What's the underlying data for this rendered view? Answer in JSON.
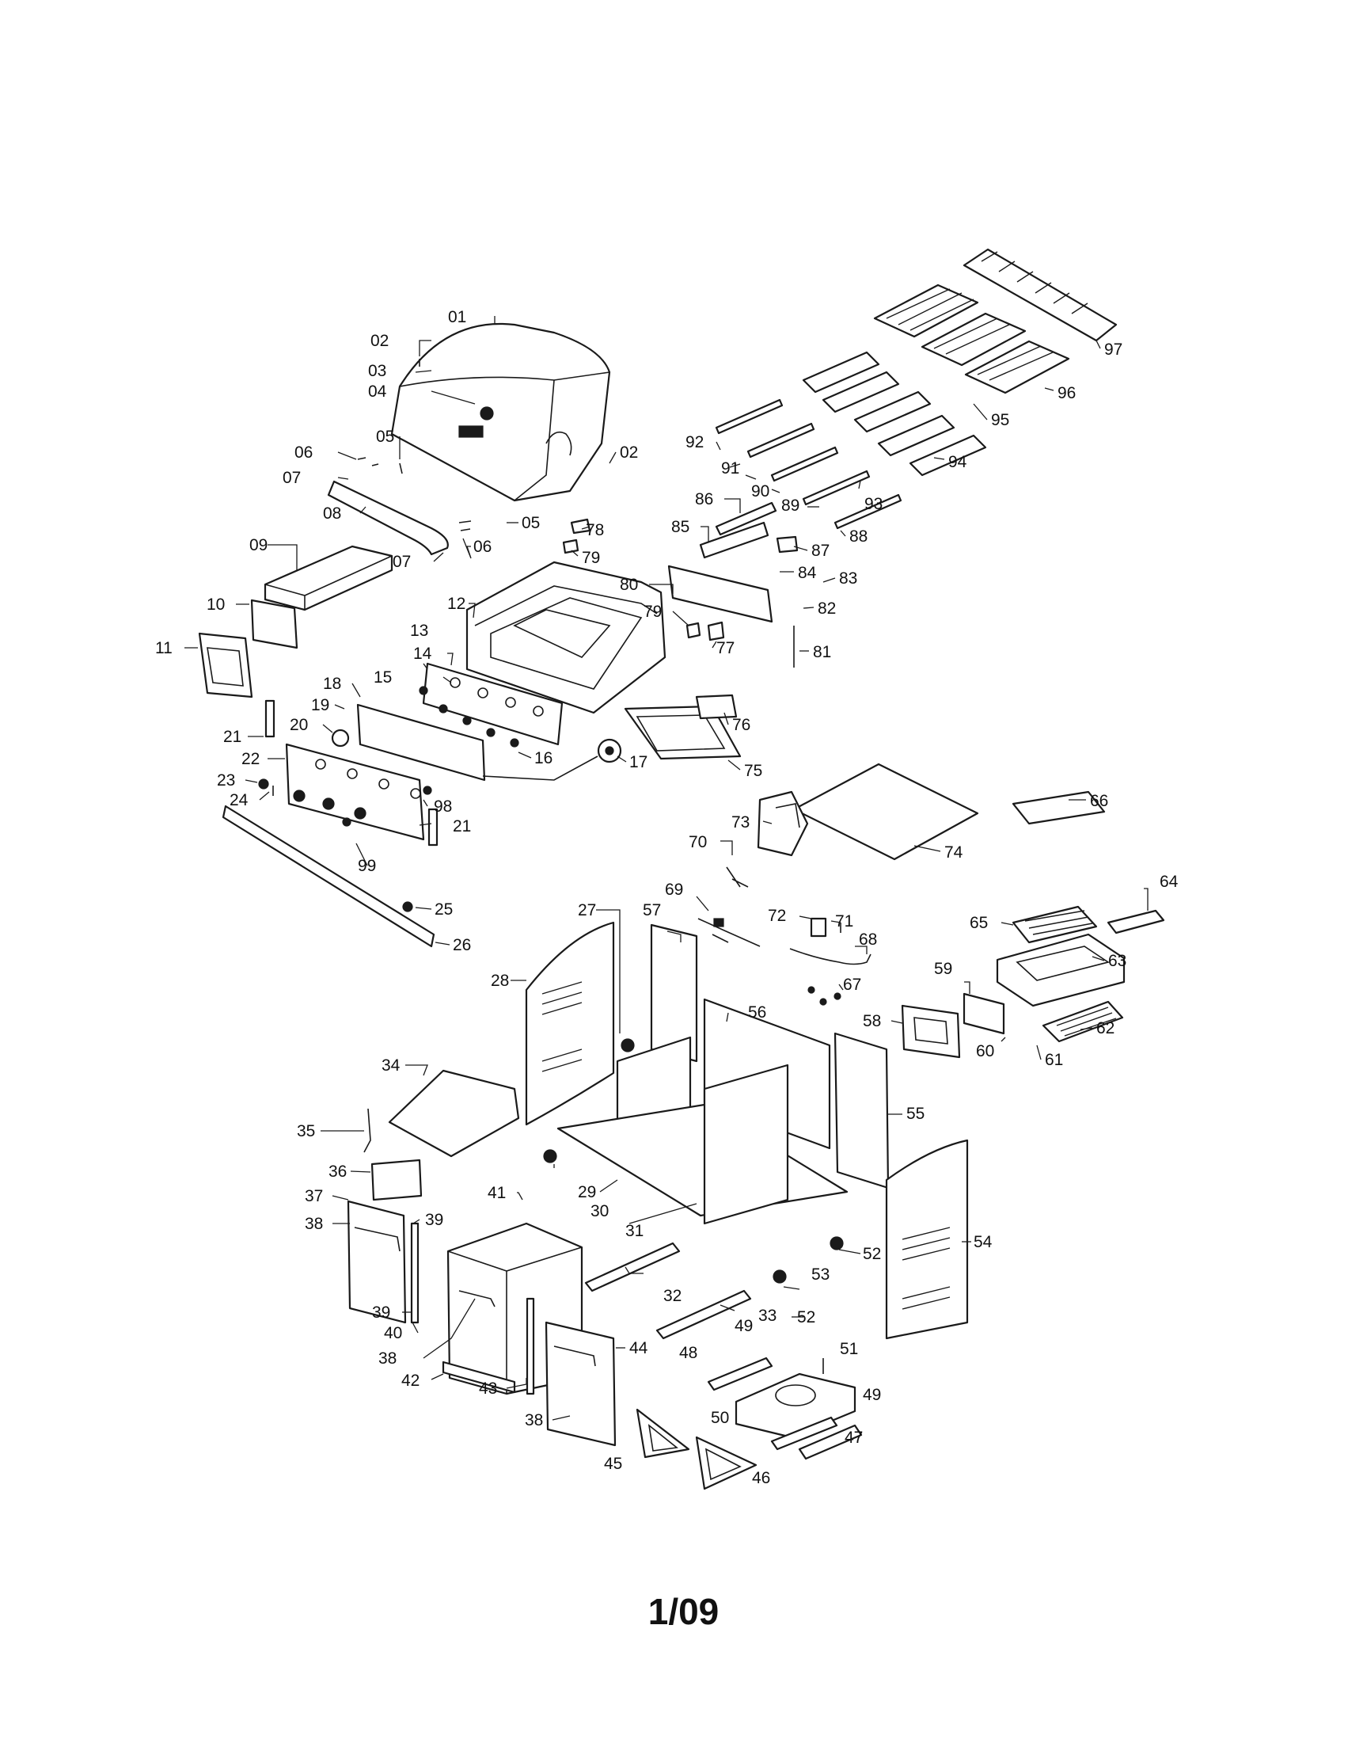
{
  "diagram": {
    "labels": [
      "01",
      "02",
      "03",
      "04",
      "05",
      "06",
      "07",
      "08",
      "09",
      "10",
      "11",
      "12",
      "13",
      "14",
      "15",
      "16",
      "17",
      "18",
      "19",
      "20",
      "21",
      "22",
      "23",
      "24",
      "25",
      "26",
      "27",
      "28",
      "29",
      "30",
      "31",
      "32",
      "33",
      "34",
      "35",
      "36",
      "37",
      "38",
      "39",
      "40",
      "41",
      "42",
      "43",
      "44",
      "45",
      "46",
      "47",
      "48",
      "49",
      "50",
      "51",
      "52",
      "53",
      "54",
      "55",
      "56",
      "57",
      "58",
      "59",
      "60",
      "61",
      "62",
      "63",
      "64",
      "65",
      "66",
      "67",
      "68",
      "69",
      "70",
      "71",
      "72",
      "73",
      "74",
      "75",
      "76",
      "77",
      "78",
      "79",
      "80",
      "81",
      "82",
      "83",
      "84",
      "85",
      "86",
      "87",
      "88",
      "89",
      "90",
      "91",
      "92",
      "93",
      "94",
      "95",
      "96",
      "97",
      "98",
      "99"
    ]
  },
  "footer": {
    "page_number": "1/09"
  }
}
